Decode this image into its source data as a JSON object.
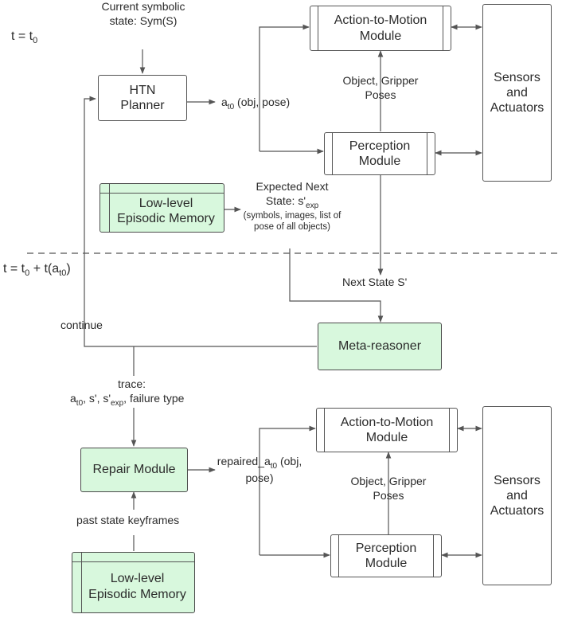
{
  "time_labels": {
    "top": "t = t0",
    "bottom": "t = t0 + t(at0)"
  },
  "top": {
    "current_state": "Current symbolic state: Sym(S)",
    "htn_planner": "HTN Planner",
    "action_label": "at0 (obj, pose)",
    "action_to_motion": "Action-to-Motion Module",
    "object_gripper": "Object, Gripper Poses",
    "perception": "Perception Module",
    "sensors": "Sensors and Actuators",
    "low_level_memory": "Low-level Episodic Memory",
    "expected_next_state": "Expected Next State: s'exp",
    "expected_next_state_detail": "(symbols, images, list of pose of all objects)"
  },
  "bottom": {
    "next_state": "Next State S'",
    "continue": "continue",
    "meta_reasoner": "Meta-reasoner",
    "trace_title": "trace:",
    "trace_detail": "at0, s', s'exp, failure type",
    "repair_module": "Repair Module",
    "repaired_label": "repaired_at0 (obj, pose)",
    "action_to_motion": "Action-to-Motion Module",
    "object_gripper": "Object, Gripper Poses",
    "perception": "Perception Module",
    "sensors": "Sensors and Actuators",
    "past_keyframes": "past state keyframes",
    "low_level_memory": "Low-level Episodic Memory"
  },
  "colors": {
    "module_fill": "#d8f8dd",
    "line": "#555555"
  }
}
